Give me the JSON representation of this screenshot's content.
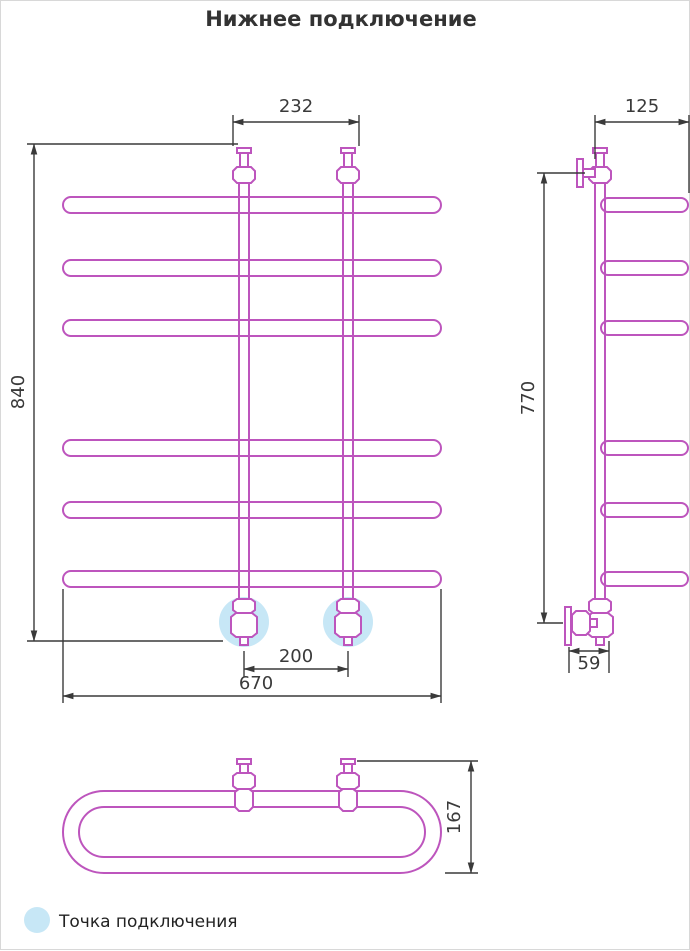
{
  "title": "Нижнее подключение",
  "front_view": {
    "top_spacing": "232",
    "height": "840",
    "bottom_spacing": "200",
    "width": "670"
  },
  "side_view": {
    "depth": "125",
    "height": "770",
    "wall_offset": "59"
  },
  "top_view": {
    "depth": "167"
  },
  "legend": {
    "connection_point": "Точка подключения"
  },
  "colors": {
    "pipe": "#bd55bd",
    "dimension": "#3a3a3a",
    "connection_point": "#c7e7f6"
  }
}
